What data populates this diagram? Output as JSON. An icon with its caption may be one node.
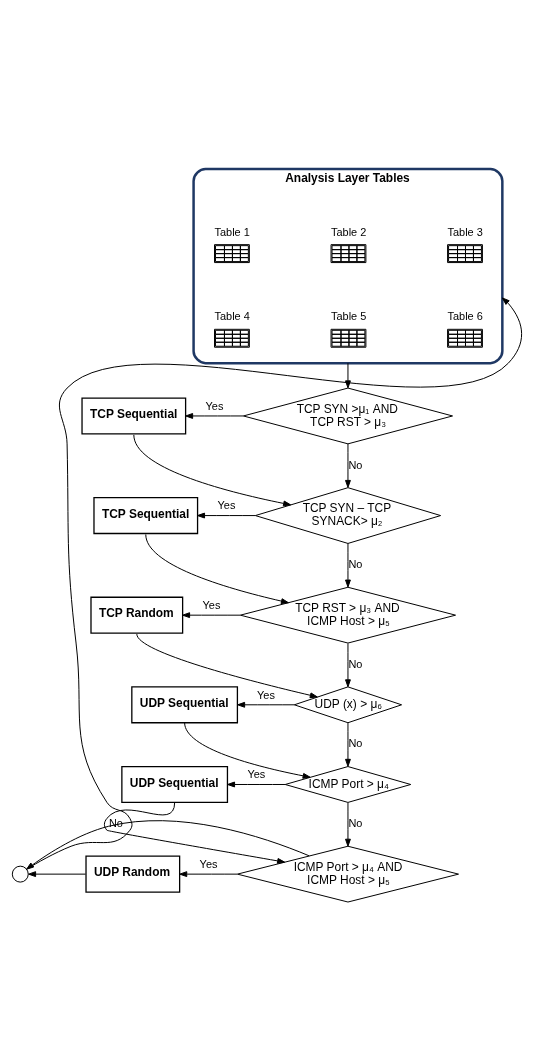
{
  "diagram": {
    "nodes": [
      {
        "text": [
          "Analysis Layer Tables"
        ]
      },
      {
        "text": [
          "Table 1"
        ],
        "in": 0
      },
      {
        "text": [
          "Table 2"
        ],
        "in": 0
      },
      {
        "text": [
          "Table 3"
        ],
        "in": 0
      },
      {
        "text": [
          "Table 4"
        ],
        "in": 0
      },
      {
        "text": [
          "Table 5"
        ],
        "in": 0
      },
      {
        "text": [
          "Table 6"
        ],
        "in": 0
      },
      {
        "text": [
          "TCP SYN >μ₁ AND TCP RST > μ₃"
        ]
      },
      {
        "text": [
          "TCP Sequential"
        ]
      },
      {
        "text": [
          "TCP SYN – TCP SYNACK> μ₂"
        ]
      },
      {
        "text": [
          "TCP Sequential"
        ]
      },
      {
        "text": [
          "TCP RST > μ₃ AND ICMP Host > μ₅"
        ]
      },
      {
        "text": [
          "TCP Random"
        ]
      },
      {
        "text": [
          "UDP (x) > μ₆"
        ]
      },
      {
        "text": [
          "UDP Sequential"
        ]
      },
      {
        "text": [
          "ICMP Port > μ₄"
        ]
      },
      {
        "text": [
          "UDP Sequential"
        ]
      },
      {
        "text": [
          "ICMP Port > μ₄ AND ICMP Host > μ₅"
        ]
      },
      {
        "text": [
          "UDP Random"
        ]
      },
      {
        "text": [],
        "shape": "circle"
      }
    ],
    "edges": [
      {
        "from": 0,
        "to": 7,
        "arrow": "to"
      },
      {
        "from": 7,
        "to": 8,
        "label": "Yes",
        "arrow": "to"
      },
      {
        "from": 7,
        "to": 9,
        "label": "No",
        "arrow": "to"
      },
      {
        "from": 8,
        "to": 9,
        "arrow": "to"
      },
      {
        "from": 9,
        "to": 10,
        "label": "Yes",
        "arrow": "to"
      },
      {
        "from": 9,
        "to": 11,
        "label": "No",
        "arrow": "to"
      },
      {
        "from": 10,
        "to": 11,
        "arrow": "to"
      },
      {
        "from": 11,
        "to": 12,
        "label": "Yes",
        "arrow": "to"
      },
      {
        "from": 11,
        "to": 13,
        "label": "No",
        "arrow": "to"
      },
      {
        "from": 12,
        "to": 13,
        "arrow": "to"
      },
      {
        "from": 13,
        "to": 14,
        "label": "Yes",
        "arrow": "to"
      },
      {
        "from": 13,
        "to": 15,
        "label": "No",
        "arrow": "to"
      },
      {
        "from": 14,
        "to": 15,
        "arrow": "to"
      },
      {
        "from": 15,
        "to": 16,
        "label": "Yes",
        "arrow": "to"
      },
      {
        "from": 15,
        "to": 17,
        "label": "No",
        "arrow": "to"
      },
      {
        "from": 16,
        "to": 17,
        "arrow": "to"
      },
      {
        "from": 17,
        "to": 18,
        "label": "Yes",
        "arrow": "to"
      },
      {
        "from": 17,
        "to": 19,
        "label": "No",
        "arrow": "to"
      },
      {
        "from": 18,
        "to": 19,
        "arrow": "to"
      },
      {
        "from": 19,
        "to": 0,
        "arrow": "to"
      }
    ]
  }
}
